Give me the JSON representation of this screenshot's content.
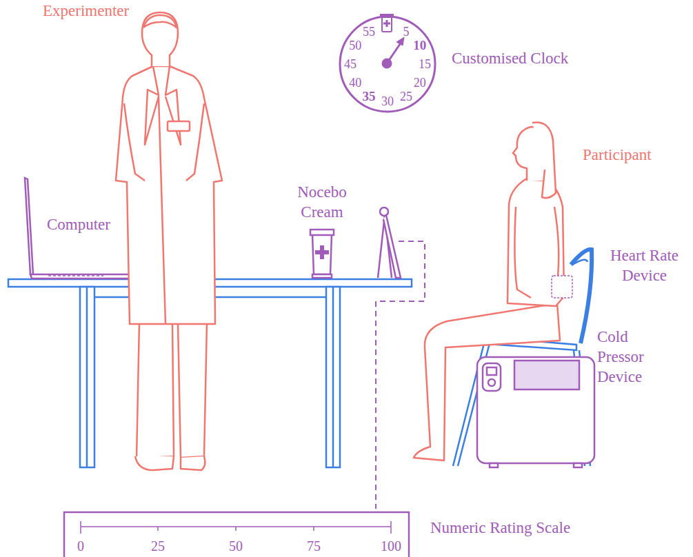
{
  "diagram": {
    "nodes": [
      {
        "text": [
          "55",
          "5",
          "10",
          "15",
          "20",
          "25",
          "30",
          "35",
          "40",
          "45",
          "50"
        ]
      },
      {
        "text": [
          "0",
          "25",
          "50",
          "75",
          "100"
        ]
      }
    ],
    "labels": [
      "Experimenter",
      "Customised Clock",
      "Participant",
      "Computer",
      "Nocebo Cream",
      "Heart Rate Device",
      "Cold Pressor Device",
      "Numeric Rating Scale"
    ]
  }
}
